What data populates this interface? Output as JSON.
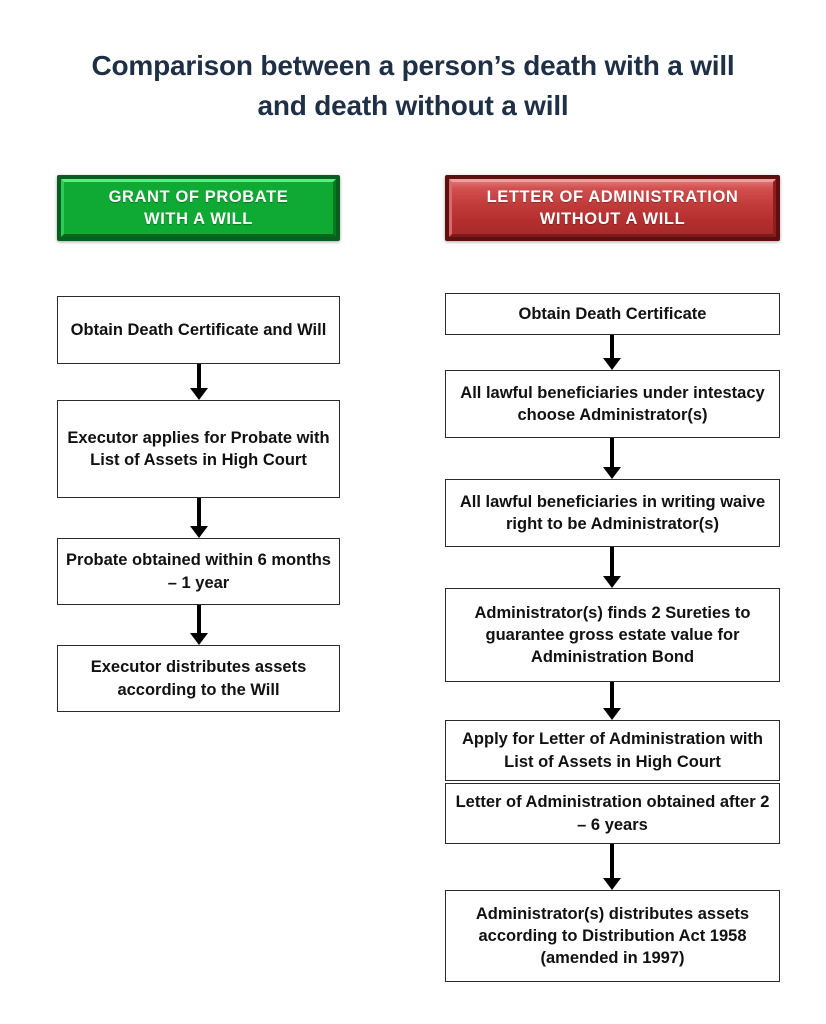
{
  "title": {
    "line1": "Comparison between a person’s death with a will",
    "line2": "and death without a will",
    "color": "#1e2f46"
  },
  "columns": {
    "left": {
      "banner": {
        "line1": "GRANT OF PROBATE",
        "line2": "WITH A WILL",
        "color": "#0faa33",
        "text_color": "#ffffff"
      },
      "nodes": [
        {
          "text": "Obtain Death Certificate and Will"
        },
        {
          "text": "Executor applies for Probate with List of Assets in High Court"
        },
        {
          "text": "Probate obtained within 6 months – 1 year"
        },
        {
          "text": "Executor distributes assets according to the Will"
        }
      ]
    },
    "right": {
      "banner": {
        "line1": "LETTER OF ADMINISTRATION",
        "line2": "WITHOUT A WILL",
        "color": "#c33c3c",
        "text_color": "#ffffff"
      },
      "nodes": [
        {
          "text": "Obtain Death Certificate"
        },
        {
          "text": "All lawful beneficiaries under intestacy choose Administrator(s)"
        },
        {
          "text": "All lawful beneficiaries in writing waive right to be Administrator(s)"
        },
        {
          "text": "Administrator(s) finds 2 Sureties to guarantee gross estate value for Administration Bond"
        },
        {
          "text": "Apply for Letter of Administration with List of Assets in High Court"
        },
        {
          "text": "Letter of Administration obtained after 2 – 6 years"
        },
        {
          "text": "Administrator(s) distributes assets according to Distribution Act 1958 (amended in 1997)"
        }
      ]
    }
  },
  "arrow_color": "#000000",
  "box_border_color": "#2b2b2b",
  "background_color": "#ffffff"
}
